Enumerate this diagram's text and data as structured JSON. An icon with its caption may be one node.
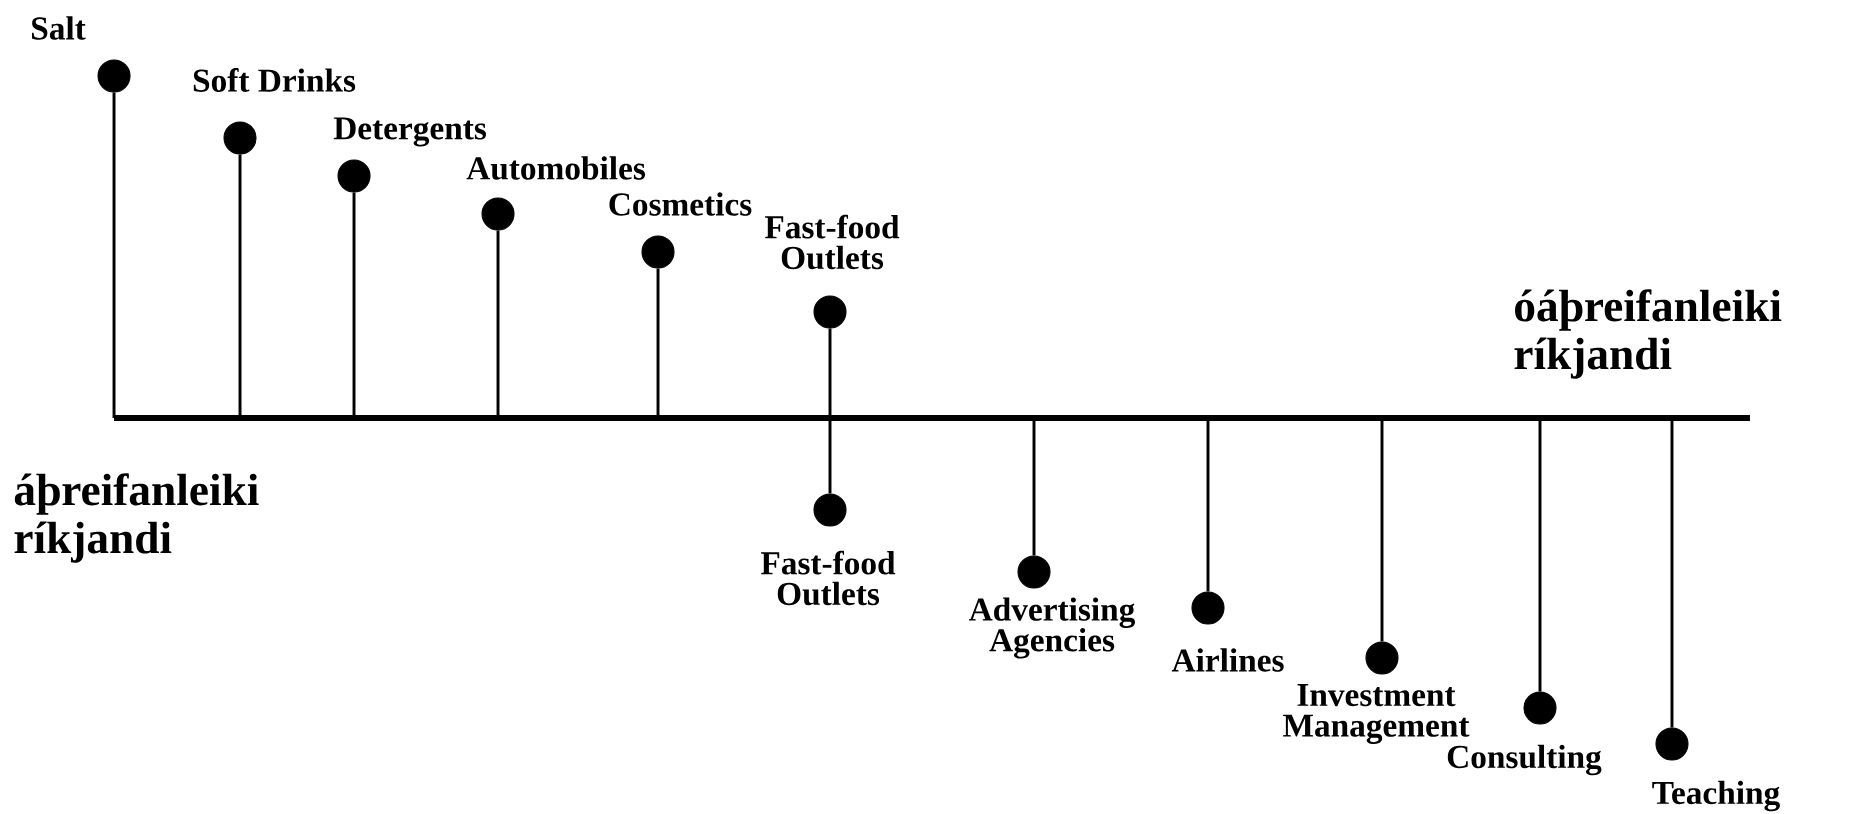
{
  "diagram": {
    "nodes": [
      {
        "text": [],
        "shape": "bar"
      },
      {
        "text": [],
        "shape": "circle",
        "beside": [
          "Salt"
        ]
      },
      {
        "text": [],
        "shape": "circle",
        "beside": [
          "Soft Drinks"
        ]
      },
      {
        "text": [],
        "shape": "circle",
        "beside": [
          "Detergents"
        ]
      },
      {
        "text": [],
        "shape": "circle",
        "beside": [
          "Automobiles"
        ]
      },
      {
        "text": [],
        "shape": "circle",
        "beside": [
          "Cosmetics"
        ]
      },
      {
        "text": [],
        "shape": "circle",
        "beside": [
          "Fast-food Outlets"
        ]
      },
      {
        "text": [],
        "shape": "circle",
        "beside": [
          "Fast-food Outlets"
        ]
      },
      {
        "text": [],
        "shape": "circle",
        "beside": [
          "Advertising Agencies"
        ]
      },
      {
        "text": [],
        "shape": "circle",
        "beside": [
          "Airlines"
        ]
      },
      {
        "text": [],
        "shape": "circle",
        "beside": [
          "Investment Management"
        ]
      },
      {
        "text": [],
        "shape": "circle",
        "beside": [
          "Consulting"
        ]
      },
      {
        "text": [],
        "shape": "circle",
        "beside": [
          "Teaching"
        ]
      }
    ],
    "edges": [
      {
        "from": 0,
        "to": 1,
        "arrow": "none"
      },
      {
        "from": 0,
        "to": 2,
        "arrow": "none"
      },
      {
        "from": 0,
        "to": 3,
        "arrow": "none"
      },
      {
        "from": 0,
        "to": 4,
        "arrow": "none"
      },
      {
        "from": 0,
        "to": 5,
        "arrow": "none"
      },
      {
        "from": 0,
        "to": 6,
        "arrow": "none"
      },
      {
        "from": 0,
        "to": 7,
        "arrow": "none"
      },
      {
        "from": 0,
        "to": 8,
        "arrow": "none"
      },
      {
        "from": 0,
        "to": 9,
        "arrow": "none"
      },
      {
        "from": 0,
        "to": 10,
        "arrow": "none"
      },
      {
        "from": 0,
        "to": 11,
        "arrow": "none"
      },
      {
        "from": 0,
        "to": 12,
        "arrow": "none"
      }
    ],
    "labels": [
      "óáþreifanleiki ríkjandi",
      "áþreifanleiki ríkjandi"
    ]
  }
}
